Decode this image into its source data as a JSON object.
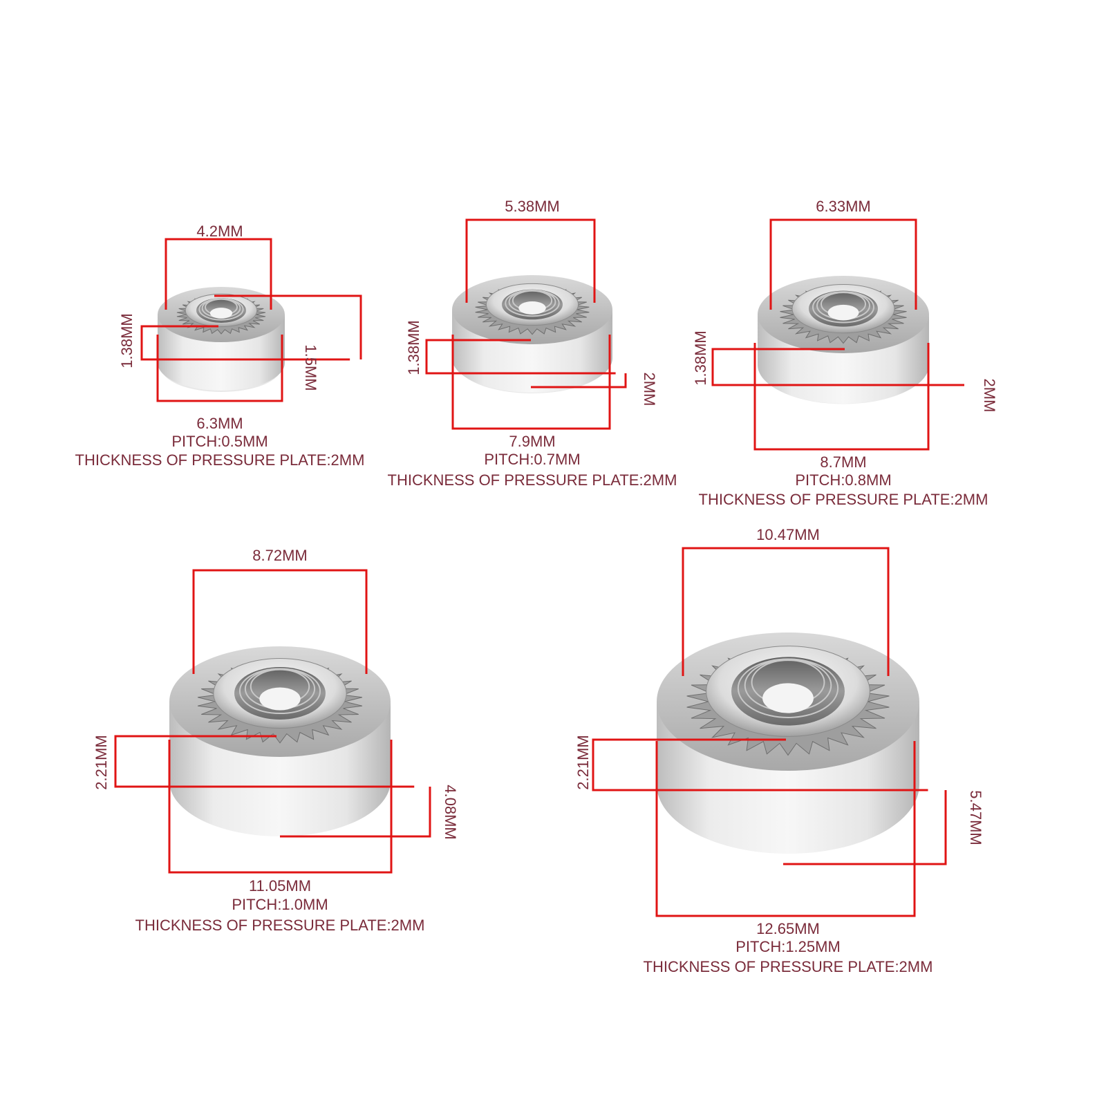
{
  "colors": {
    "dimension_line": "#e01414",
    "label_text": "#7a2b3a",
    "steel_light": "#f2f2f2",
    "steel_dark": "#8c8c8c"
  },
  "nuts": [
    {
      "id": "m2",
      "top_width": "4.2MM",
      "shank_height": "1.38MM",
      "total_height": "1.5MM",
      "outer_diameter": "6.3MM",
      "pitch": "PITCH:0.5MM",
      "plate": "THICKNESS OF PRESSURE PLATE:2MM"
    },
    {
      "id": "m3",
      "top_width": "5.38MM",
      "shank_height": "1.38MM",
      "total_height": "2MM",
      "outer_diameter": "7.9MM",
      "pitch": "PITCH:0.7MM",
      "plate": "THICKNESS OF PRESSURE PLATE:2MM"
    },
    {
      "id": "m4",
      "top_width": "6.33MM",
      "shank_height": "1.38MM",
      "total_height": "2MM",
      "outer_diameter": "8.7MM",
      "pitch": "PITCH:0.8MM",
      "plate": "THICKNESS OF PRESSURE PLATE:2MM"
    },
    {
      "id": "m6",
      "top_width": "8.72MM",
      "shank_height": "2.21MM",
      "total_height": "4.08MM",
      "outer_diameter": "11.05MM",
      "pitch": "PITCH:1.0MM",
      "plate": "THICKNESS OF PRESSURE PLATE:2MM"
    },
    {
      "id": "m8",
      "top_width": "10.47MM",
      "shank_height": "2.21MM",
      "total_height": "5.47MM",
      "outer_diameter": "12.65MM",
      "pitch": "PITCH:1.25MM",
      "plate": "THICKNESS OF PRESSURE PLATE:2MM"
    }
  ]
}
